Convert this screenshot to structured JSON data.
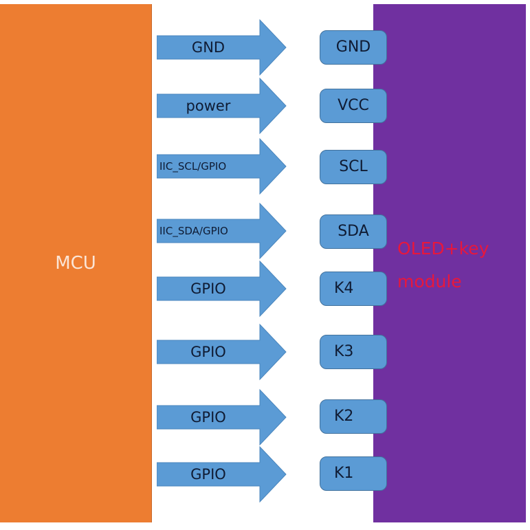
{
  "mcu": {
    "label": "MCU",
    "color": "#ed7d31"
  },
  "module": {
    "label_line1": "OLED+key",
    "label_line2": "module",
    "color": "#7030a0",
    "label_color": "#e8173c"
  },
  "arrow_color": "#5b9bd5",
  "connections": [
    {
      "signal": "GND",
      "pin": "GND"
    },
    {
      "signal": "power",
      "pin": "VCC"
    },
    {
      "signal": "IIC_SCL/GPIO",
      "pin": "SCL"
    },
    {
      "signal": "IIC_SDA/GPIO",
      "pin": "SDA"
    },
    {
      "signal": "GPIO",
      "pin": "K4"
    },
    {
      "signal": "GPIO",
      "pin": "K3"
    },
    {
      "signal": "GPIO",
      "pin": "K2"
    },
    {
      "signal": "GPIO",
      "pin": "K1"
    }
  ]
}
